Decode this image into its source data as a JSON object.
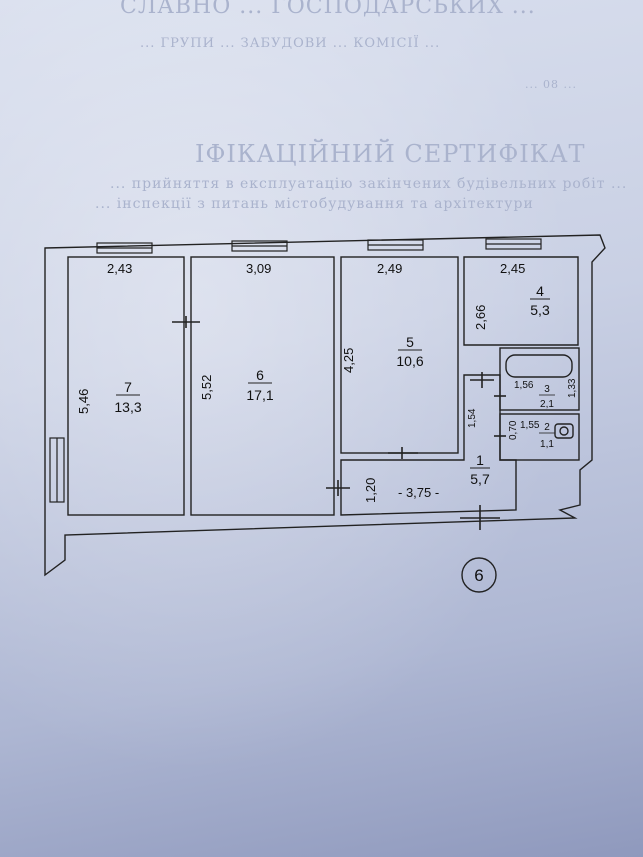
{
  "background_text": {
    "line1": "СЛАВНО ... ГОСПОДАРСЬКИХ ...",
    "line2": "... ГРУПИ ... ЗАБУДОВИ ... КОМІСІЇ ...",
    "line3": "... 08 ...",
    "line4": "ІФІКАЦІЙНИЙ СЕРТИФІКАТ",
    "line5": "... прийняття в експлуатацію закінчених будівельних робіт ...",
    "line6": "... інспекції з питань містобудування та архітектури"
  },
  "plan": {
    "rooms": [
      {
        "id": "7",
        "area": "13,3",
        "width": "2,43",
        "length": "5,46"
      },
      {
        "id": "6",
        "area": "17,1",
        "width": "3,09",
        "length": "5,52"
      },
      {
        "id": "5",
        "area": "10,6",
        "width": "2,49",
        "length": "4,25"
      },
      {
        "id": "4",
        "area": "5,3",
        "width": "2,45",
        "length": "2,66"
      },
      {
        "id": "3",
        "area": "2,1",
        "width": "1,56",
        "length": "1,33"
      },
      {
        "id": "2",
        "area": "1,1",
        "width": "1,55",
        "length": "0,70"
      },
      {
        "id": "1",
        "area": "5,7",
        "width": "- 3,75 -",
        "length": "1,20"
      }
    ],
    "extra_dims": {
      "corridor_gap": "1,54"
    },
    "apartment_number": "6"
  }
}
